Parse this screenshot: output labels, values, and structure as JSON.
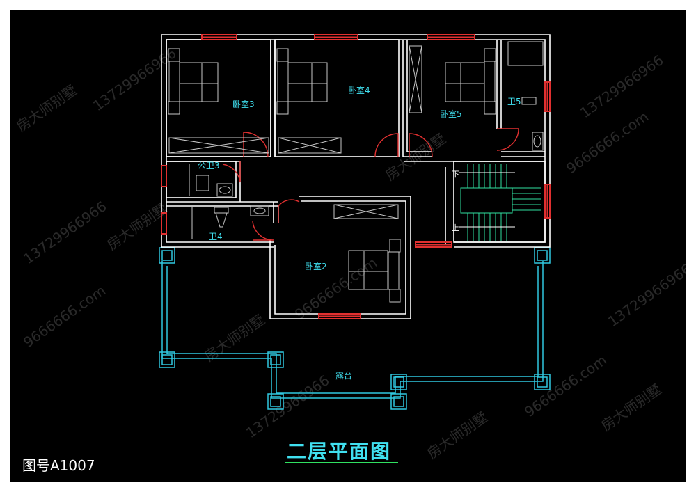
{
  "title": "二层平面图",
  "drawing_number": "图号A1007",
  "rooms": {
    "bedroom3": "卧室3",
    "bedroom4": "卧室4",
    "bedroom5": "卧室5",
    "bedroom2": "卧室2",
    "public_bath3": "公卫3",
    "bath4": "卫4",
    "bath5": "卫5",
    "terrace": "露台"
  },
  "stairs": {
    "down": "下",
    "up": "上"
  },
  "watermarks": [
    "房大师别墅",
    "9666666.com",
    "13729966966"
  ],
  "colors": {
    "wall": "#ffffff",
    "window": "#e03030",
    "label": "#40e0f0",
    "terrace": "#30c8e0",
    "stair": "#30e0a0",
    "title_underline": "#30e060",
    "background": "#000000",
    "frame": "#ffffff"
  }
}
